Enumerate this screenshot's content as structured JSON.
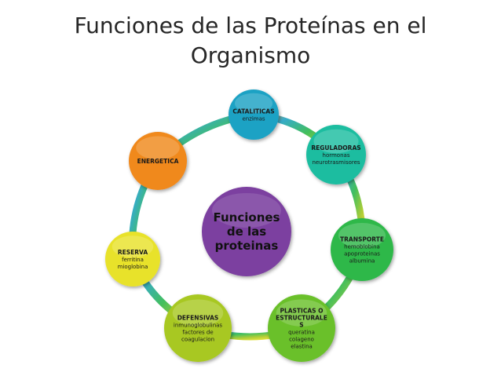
{
  "title": {
    "line1": "Funciones de las Proteínas en el",
    "line2": "Organismo"
  },
  "center": {
    "lines": [
      "Funciones",
      "de las",
      "proteinas"
    ],
    "color": "#7b3fa0"
  },
  "nodes": [
    {
      "id": "cataliticas",
      "lines": [
        "CATALITICAS"
      ],
      "sub": [
        "enzimas"
      ],
      "color": "#1fa2c4"
    },
    {
      "id": "reguladoras",
      "lines": [
        "REGULADORAS"
      ],
      "sub": [
        "hormonas",
        "neurotrasmisores"
      ],
      "color": "#1bbda0"
    },
    {
      "id": "transporte",
      "lines": [
        "TRANSPORTE"
      ],
      "sub": [
        "hemoblobina",
        "apoproteinas",
        "albumina"
      ],
      "color": "#2eb84a"
    },
    {
      "id": "plasticas",
      "lines": [
        "PLASTICAS O",
        "ESTRUCTURALE",
        "S"
      ],
      "sub": [
        "queratina",
        "colageno",
        "elastina"
      ],
      "color": "#6ac02c"
    },
    {
      "id": "defensivas",
      "lines": [
        "DEFENSIVAS"
      ],
      "sub": [
        "inmunoglobulinas",
        "factores de",
        "coagulacion"
      ],
      "color": "#a8c820"
    },
    {
      "id": "reserva",
      "lines": [
        "RESERVA"
      ],
      "sub": [
        "ferritina",
        "mioglobina"
      ],
      "color": "#e8e22a"
    },
    {
      "id": "energetica",
      "lines": [
        "ENERGETICA"
      ],
      "sub": [],
      "color": "#f0891e"
    }
  ]
}
